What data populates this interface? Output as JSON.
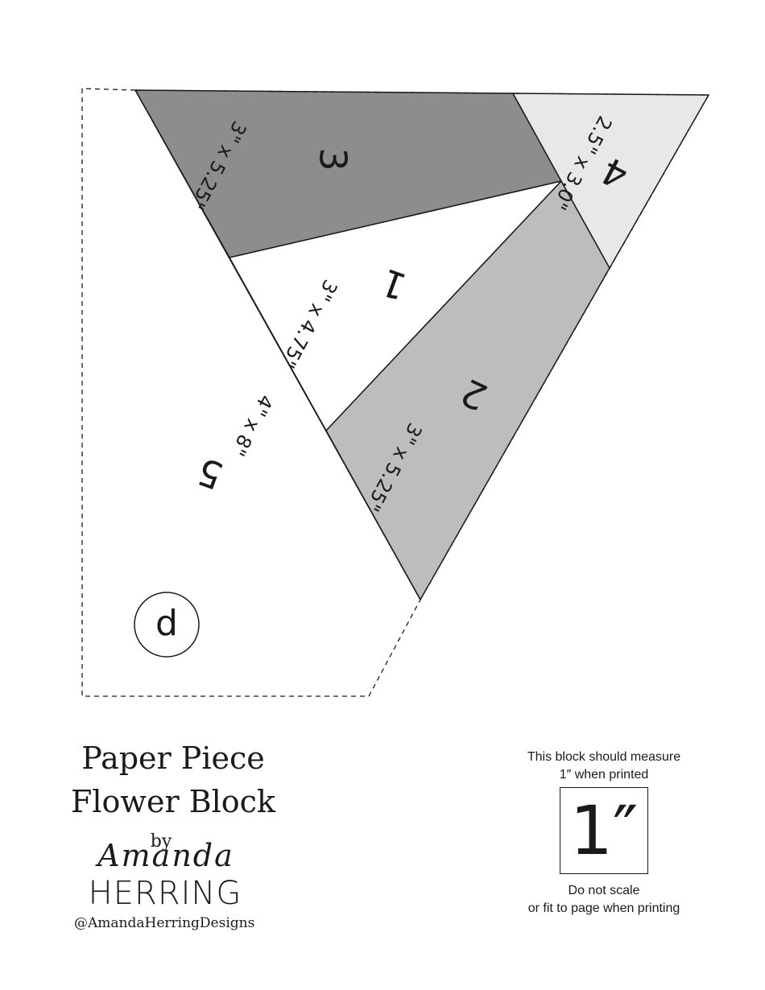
{
  "pattern": {
    "section_letter": "d",
    "pieces": [
      {
        "number": "1",
        "size": "3\" x 4.75\"",
        "fill": "#ffffff"
      },
      {
        "number": "2",
        "size": "3\" x 5.25\"",
        "fill": "#bdbdbd"
      },
      {
        "number": "3",
        "size": "3\" x 5.25\"",
        "fill": "#8e8d8e"
      },
      {
        "number": "4",
        "size": "2.5\" x 3.0\"",
        "fill": "#e8e8e8"
      },
      {
        "number": "5",
        "size": "4\" x 8\"",
        "fill": "#ffffff"
      }
    ]
  },
  "title": {
    "line1": "Paper Piece",
    "line2": "Flower Block",
    "by": "by",
    "designer_first": "Amanda",
    "designer_last": "HERRING",
    "handle": "@AmandaHerringDesigns"
  },
  "scale": {
    "note_line1": "This block should measure",
    "note_line2": "1″ when printed",
    "box_label": "1″",
    "warning_line1": "Do not scale",
    "warning_line2": "or fit to page when printing"
  }
}
